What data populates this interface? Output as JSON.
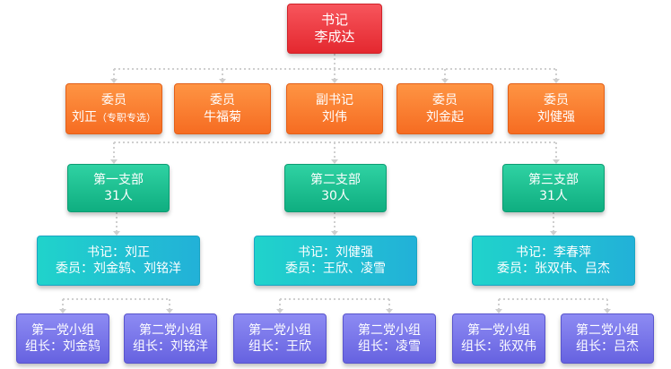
{
  "secretary": {
    "title": "书记",
    "name": "李成达"
  },
  "committee": [
    {
      "role": "委员",
      "name": "刘正",
      "note": "（专职专选）"
    },
    {
      "role": "委员",
      "name": "牛福菊"
    },
    {
      "role": "副书记",
      "name": "刘伟"
    },
    {
      "role": "委员",
      "name": "刘金起"
    },
    {
      "role": "委员",
      "name": "刘健强"
    }
  ],
  "branches": [
    {
      "name": "第一支部",
      "count": "31人",
      "leaders": {
        "secretary": "书记：刘正",
        "members": "委员：刘金鸫、刘铭洋"
      },
      "groups": [
        {
          "name": "第一党小组",
          "leader": "组长：刘金鸫"
        },
        {
          "name": "第二党小组",
          "leader": "组长：刘铭洋"
        }
      ]
    },
    {
      "name": "第二支部",
      "count": "30人",
      "leaders": {
        "secretary": "书记：刘健强",
        "members": "委员：王欣、凌雪"
      },
      "groups": [
        {
          "name": "第一党小组",
          "leader": "组长：王欣"
        },
        {
          "name": "第二党小组",
          "leader": "组长：凌雪"
        }
      ]
    },
    {
      "name": "第三支部",
      "count": "31人",
      "leaders": {
        "secretary": "书记：李春萍",
        "members": "委员：张双伟、吕杰"
      },
      "groups": [
        {
          "name": "第一党小组",
          "leader": "组长：张双伟"
        },
        {
          "name": "第二党小组",
          "leader": "组长：吕杰"
        }
      ]
    }
  ],
  "colors": {
    "secretary": "#e8353b",
    "committee": "#f97d30",
    "branch": "#17bf8d",
    "leaders": "#20c2d0",
    "group": "#7775ea",
    "connector": "#cfcfcf"
  }
}
